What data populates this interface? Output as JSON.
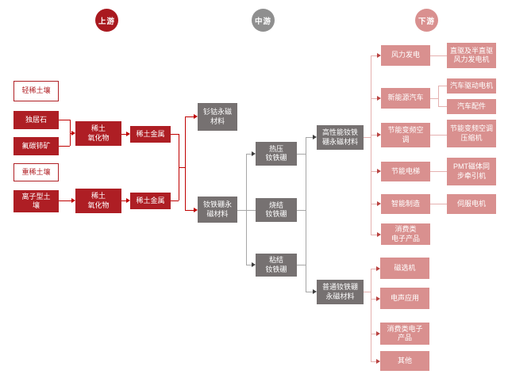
{
  "palette": {
    "circle_red": "#A9191F",
    "circle_gray": "#8F8F8F",
    "circle_pink": "#D9908F",
    "box_red": "#AE1E24",
    "box_gray": "#767171",
    "box_pink": "#D9908F",
    "outline_border": "#B02025",
    "line_red": "#C00000",
    "line_gray": "#A6A6A6",
    "line_pink": "#E5B1B0",
    "arrow_dark": "#404040",
    "arrow_red": "#B94442"
  },
  "stages": [
    {
      "id": "upstream",
      "label": "上游"
    },
    {
      "id": "midstream",
      "label": "中游"
    },
    {
      "id": "downstream",
      "label": "下游"
    }
  ],
  "nodes": [
    {
      "id": "light-re-soil",
      "label": "轻稀土壤",
      "style": "outline"
    },
    {
      "id": "monazite",
      "label": "独居石",
      "style": "red"
    },
    {
      "id": "bastnaesite",
      "label": "氟碳铈矿",
      "style": "red"
    },
    {
      "id": "heavy-re-soil",
      "label": "重稀土壤",
      "style": "outline"
    },
    {
      "id": "ionic-soil",
      "label": "离子型土\n壤",
      "style": "red"
    },
    {
      "id": "re-oxide-light",
      "label": "稀土\n氧化物",
      "style": "red"
    },
    {
      "id": "re-metal-light",
      "label": "稀土金属",
      "style": "red"
    },
    {
      "id": "re-oxide-heavy",
      "label": "稀土\n氧化物",
      "style": "red"
    },
    {
      "id": "re-metal-heavy",
      "label": "稀土金属",
      "style": "red"
    },
    {
      "id": "smco-magnet",
      "label": "钐钴永磁\n材料",
      "style": "gray"
    },
    {
      "id": "ndfeb-magnet",
      "label": "钕铁硼永\n磁材料",
      "style": "gray"
    },
    {
      "id": "hot-pressed-ndfeb",
      "label": "热压\n钕铁硼",
      "style": "gray"
    },
    {
      "id": "sintered-ndfeb",
      "label": "烧结\n钕铁硼",
      "style": "gray"
    },
    {
      "id": "bonded-ndfeb",
      "label": "粘结\n钕铁硼",
      "style": "gray"
    },
    {
      "id": "high-perf-ndfeb",
      "label": "高性能钕铁\n硼永磁材料",
      "style": "gray"
    },
    {
      "id": "ordinary-ndfeb",
      "label": "普通钕铁硼\n永磁材料",
      "style": "gray"
    },
    {
      "id": "wind-power",
      "label": "风力发电",
      "style": "pink"
    },
    {
      "id": "nev",
      "label": "新能源汽车",
      "style": "pink"
    },
    {
      "id": "inverter-ac",
      "label": "节能变频空\n调",
      "style": "pink"
    },
    {
      "id": "energy-saving-elevator",
      "label": "节能电梯",
      "style": "pink"
    },
    {
      "id": "smart-manufacturing",
      "label": "智能制造",
      "style": "pink"
    },
    {
      "id": "consumer-electronics-high",
      "label": "消费类\n电子产品",
      "style": "pink"
    },
    {
      "id": "magnetic-separator",
      "label": "磁选机",
      "style": "pink"
    },
    {
      "id": "electroacoustic",
      "label": "电声应用",
      "style": "pink"
    },
    {
      "id": "consumer-electronics-ordinary",
      "label": "消费类电子\n产品",
      "style": "pink"
    },
    {
      "id": "others",
      "label": "其他",
      "style": "pink"
    },
    {
      "id": "direct-drive-wind-generator",
      "label": "直驱及半直驱\n风力发电机",
      "style": "pink"
    },
    {
      "id": "ev-drive-motor",
      "label": "汽车驱动电机",
      "style": "pink"
    },
    {
      "id": "auto-parts",
      "label": "汽车配件",
      "style": "pink"
    },
    {
      "id": "ac-compressor",
      "label": "节能变频空调\n压缩机",
      "style": "pink"
    },
    {
      "id": "pm-sync-traction-machine",
      "label": "PMT磁体同\n步牵引机",
      "style": "pink"
    },
    {
      "id": "servo-motor",
      "label": "伺服电机",
      "style": "pink"
    }
  ]
}
